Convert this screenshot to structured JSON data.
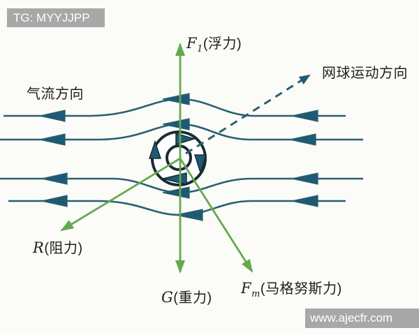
{
  "banners": {
    "tg": "TG: MYYJJPP",
    "site": "www.ajecfr.com"
  },
  "labels": {
    "airflow": "气流方向",
    "motion": "网球运动方向",
    "lift": {
      "var": "F",
      "sub": "1",
      "rest": "(浮力)"
    },
    "drag": {
      "var": "R",
      "sub": "",
      "rest": "(阻力)"
    },
    "gravity": {
      "var": "G",
      "sub": "",
      "rest": "(重力)"
    },
    "magnus": {
      "var": "F",
      "sub": "m",
      "rest": "(马格努斯力)"
    }
  },
  "colors": {
    "background": "#fbfbf8",
    "streamline": "#2b5f71",
    "arrow_fill": "#1e5a74",
    "ball_outline": "#1a2b34",
    "force_green": "#64a94e",
    "banner_gray": "#a8a8a8",
    "text": "#1e1e1e"
  }
}
